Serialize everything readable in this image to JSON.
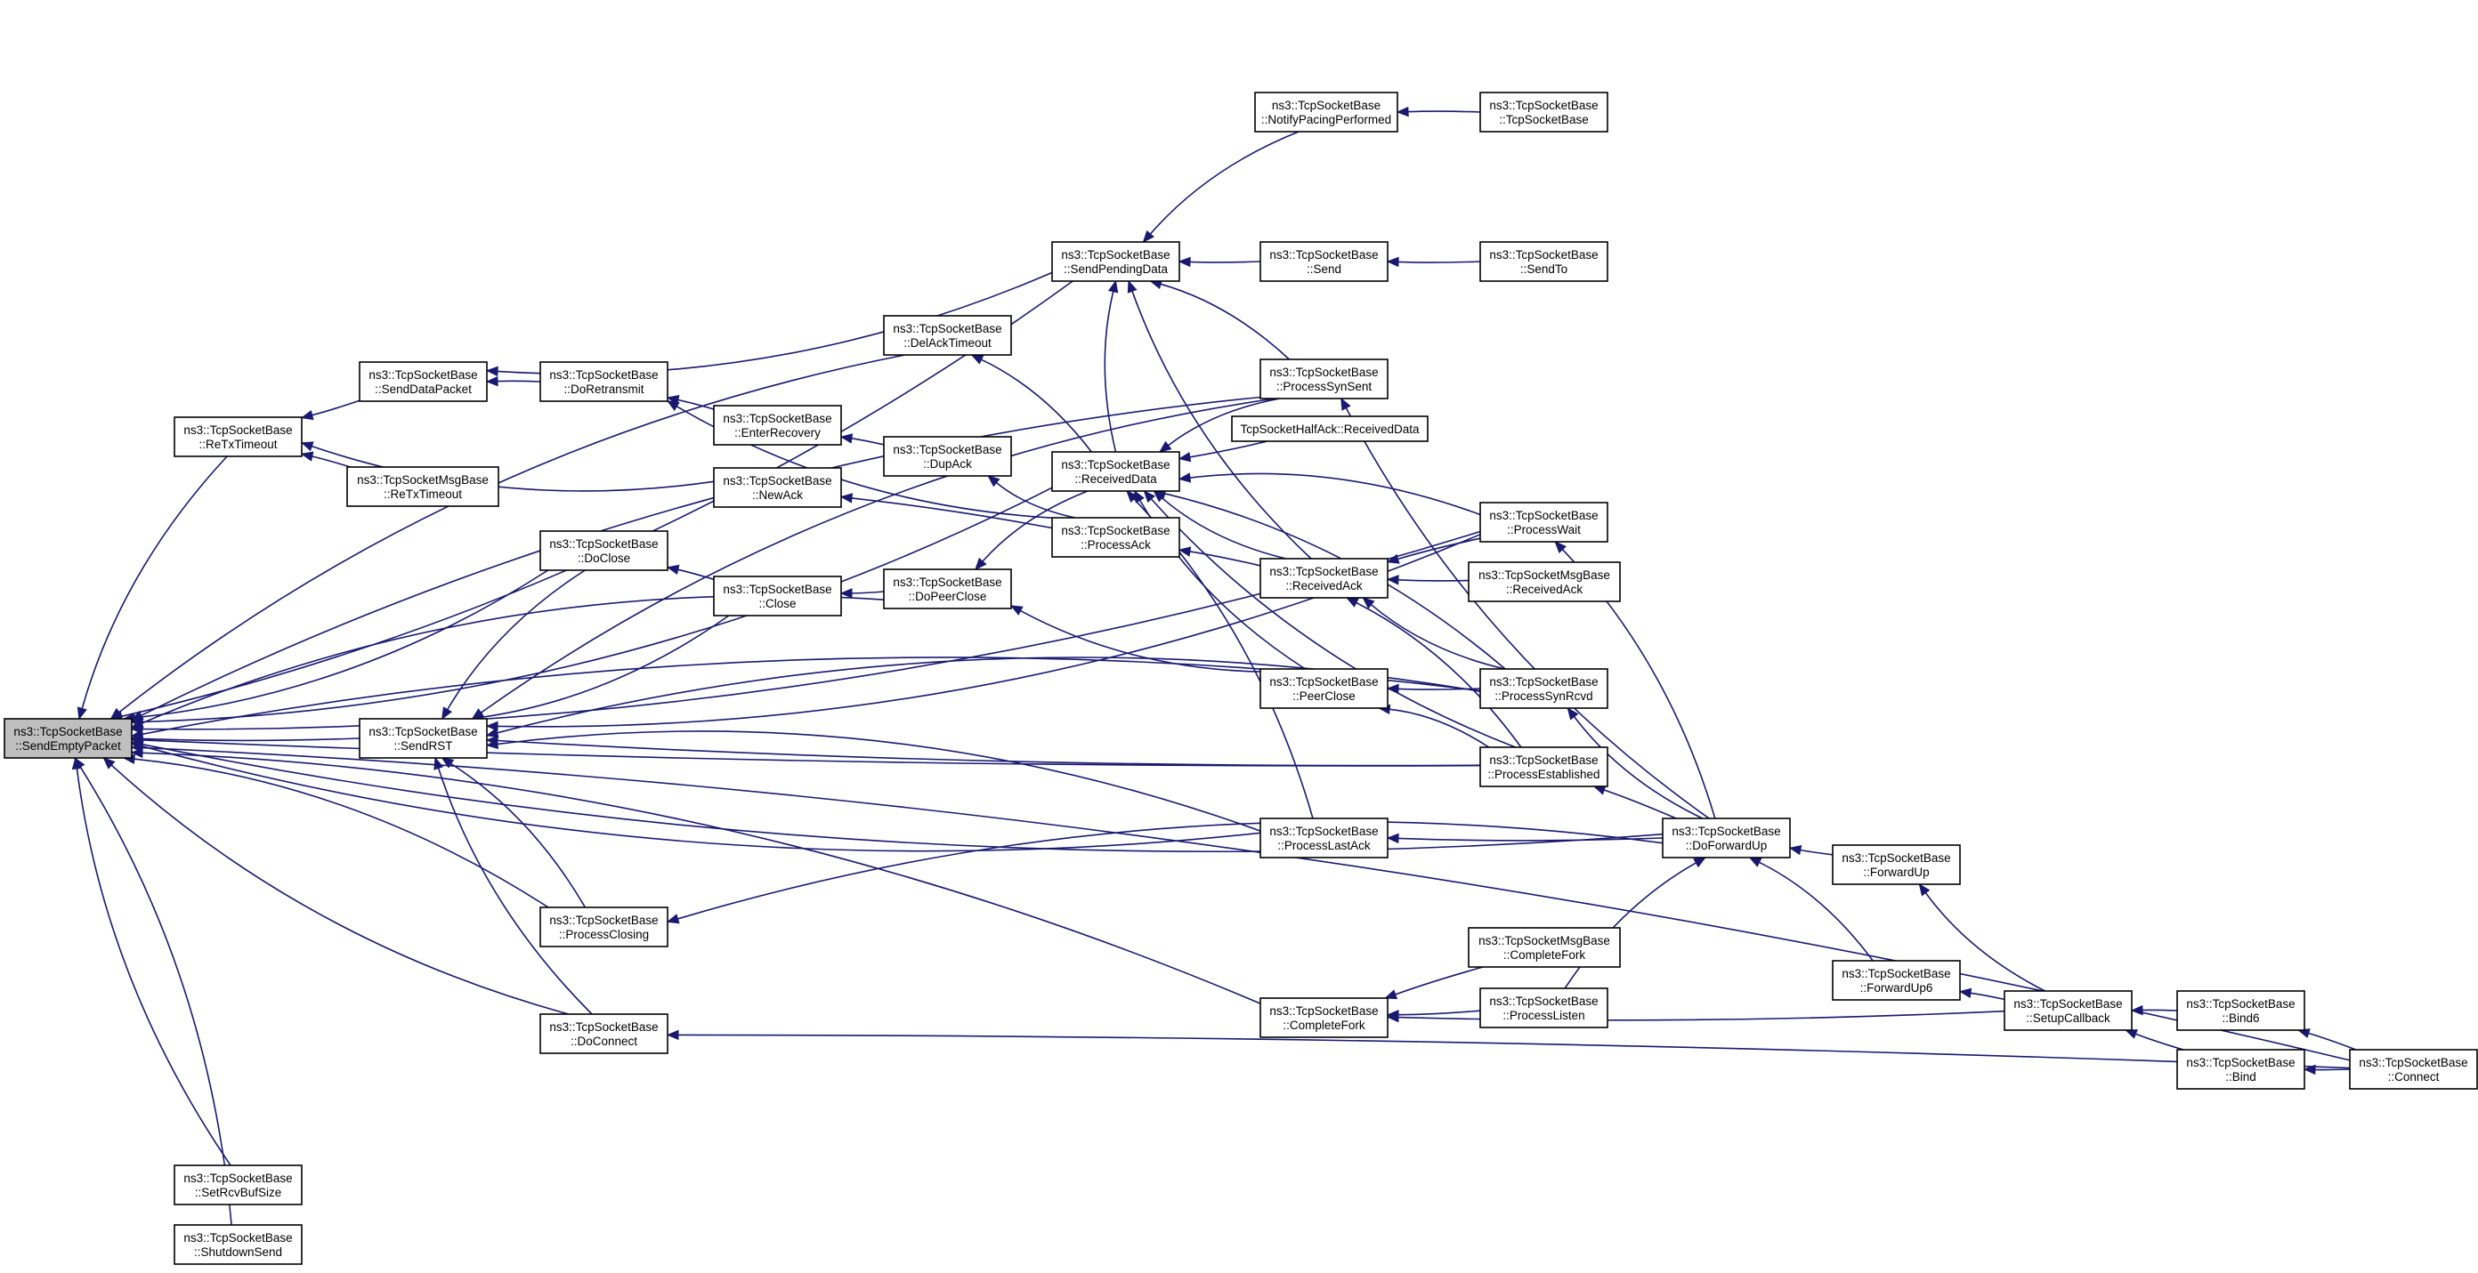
{
  "colors": {
    "edge": "#191970",
    "node_border": "#000000",
    "node_fill": "#ffffff",
    "root_fill": "#bfbfbf"
  },
  "nodes": [
    {
      "id": "root",
      "lines": [
        "ns3::TcpSocketBase",
        "::SendEmptyPacket"
      ],
      "root": true
    },
    {
      "id": "rtt",
      "lines": [
        "ns3::TcpSocketBase",
        "::ReTxTimeout"
      ]
    },
    {
      "id": "sdp",
      "lines": [
        "ns3::TcpSocketBase",
        "::SendDataPacket"
      ]
    },
    {
      "id": "msgrtt",
      "lines": [
        "ns3::TcpSocketMsgBase",
        "::ReTxTimeout"
      ]
    },
    {
      "id": "rst",
      "lines": [
        "ns3::TcpSocketBase",
        "::SendRST"
      ]
    },
    {
      "id": "srbs",
      "lines": [
        "ns3::TcpSocketBase",
        "::SetRcvBufSize"
      ]
    },
    {
      "id": "shut",
      "lines": [
        "ns3::TcpSocketBase",
        "::ShutdownSend"
      ]
    },
    {
      "id": "doret",
      "lines": [
        "ns3::TcpSocketBase",
        "::DoRetransmit"
      ]
    },
    {
      "id": "doclose",
      "lines": [
        "ns3::TcpSocketBase",
        "::DoClose"
      ]
    },
    {
      "id": "pclosing",
      "lines": [
        "ns3::TcpSocketBase",
        "::ProcessClosing"
      ]
    },
    {
      "id": "doconn",
      "lines": [
        "ns3::TcpSocketBase",
        "::DoConnect"
      ]
    },
    {
      "id": "delack",
      "lines": [
        "ns3::TcpSocketBase",
        "::DelAckTimeout"
      ]
    },
    {
      "id": "enterrec",
      "lines": [
        "ns3::TcpSocketBase",
        "::EnterRecovery"
      ]
    },
    {
      "id": "newack",
      "lines": [
        "ns3::TcpSocketBase",
        "::NewAck"
      ]
    },
    {
      "id": "close",
      "lines": [
        "ns3::TcpSocketBase",
        "::Close"
      ]
    },
    {
      "id": "dupack",
      "lines": [
        "ns3::TcpSocketBase",
        "::DupAck"
      ]
    },
    {
      "id": "dopeer",
      "lines": [
        "ns3::TcpSocketBase",
        "::DoPeerClose"
      ]
    },
    {
      "id": "spd",
      "lines": [
        "ns3::TcpSocketBase",
        "::SendPendingData"
      ]
    },
    {
      "id": "rdata",
      "lines": [
        "ns3::TcpSocketBase",
        "::ReceivedData"
      ]
    },
    {
      "id": "pack",
      "lines": [
        "ns3::TcpSocketBase",
        "::ProcessAck"
      ]
    },
    {
      "id": "npp",
      "lines": [
        "ns3::TcpSocketBase",
        "::NotifyPacingPerformed"
      ]
    },
    {
      "id": "send",
      "lines": [
        "ns3::TcpSocketBase",
        "::Send"
      ]
    },
    {
      "id": "psynsent",
      "lines": [
        "ns3::TcpSocketBase",
        "::ProcessSynSent"
      ]
    },
    {
      "id": "halfack",
      "lines": [
        "TcpSocketHalfAck::ReceivedData"
      ]
    },
    {
      "id": "rack",
      "lines": [
        "ns3::TcpSocketBase",
        "::ReceivedAck"
      ]
    },
    {
      "id": "peerclose",
      "lines": [
        "ns3::TcpSocketBase",
        "::PeerClose"
      ]
    },
    {
      "id": "plastack",
      "lines": [
        "ns3::TcpSocketBase",
        "::ProcessLastAck"
      ]
    },
    {
      "id": "cfork",
      "lines": [
        "ns3::TcpSocketBase",
        "::CompleteFork"
      ]
    },
    {
      "id": "tsbctor",
      "lines": [
        "ns3::TcpSocketBase",
        "::TcpSocketBase"
      ]
    },
    {
      "id": "sendto",
      "lines": [
        "ns3::TcpSocketBase",
        "::SendTo"
      ]
    },
    {
      "id": "pwait",
      "lines": [
        "ns3::TcpSocketBase",
        "::ProcessWait"
      ]
    },
    {
      "id": "msgrack",
      "lines": [
        "ns3::TcpSocketMsgBase",
        "::ReceivedAck"
      ]
    },
    {
      "id": "psynrcvd",
      "lines": [
        "ns3::TcpSocketBase",
        "::ProcessSynRcvd"
      ]
    },
    {
      "id": "pest",
      "lines": [
        "ns3::TcpSocketBase",
        "::ProcessEstablished"
      ]
    },
    {
      "id": "msgcfork",
      "lines": [
        "ns3::TcpSocketMsgBase",
        "::CompleteFork"
      ]
    },
    {
      "id": "plisten",
      "lines": [
        "ns3::TcpSocketBase",
        "::ProcessListen"
      ]
    },
    {
      "id": "dfu",
      "lines": [
        "ns3::TcpSocketBase",
        "::DoForwardUp"
      ]
    },
    {
      "id": "fu",
      "lines": [
        "ns3::TcpSocketBase",
        "::ForwardUp"
      ]
    },
    {
      "id": "fu6",
      "lines": [
        "ns3::TcpSocketBase",
        "::ForwardUp6"
      ]
    },
    {
      "id": "setcb",
      "lines": [
        "ns3::TcpSocketBase",
        "::SetupCallback"
      ]
    },
    {
      "id": "bind6",
      "lines": [
        "ns3::TcpSocketBase",
        "::Bind6"
      ]
    },
    {
      "id": "bind",
      "lines": [
        "ns3::TcpSocketBase",
        "::Bind"
      ]
    },
    {
      "id": "connect",
      "lines": [
        "ns3::TcpSocketBase",
        "::Connect"
      ]
    }
  ],
  "edges": [
    [
      "rtt",
      "root"
    ],
    [
      "sdp",
      "rtt"
    ],
    [
      "msgrtt",
      "rtt"
    ],
    [
      "newack",
      "rtt"
    ],
    [
      "doret",
      "sdp"
    ],
    [
      "spd",
      "sdp"
    ],
    [
      "enterrec",
      "doret"
    ],
    [
      "pack",
      "doret"
    ],
    [
      "dupack",
      "enterrec"
    ],
    [
      "pack",
      "dupack"
    ],
    [
      "pack",
      "newack"
    ],
    [
      "rst",
      "root"
    ],
    [
      "doclose",
      "rst"
    ],
    [
      "close",
      "rst"
    ],
    [
      "pclosing",
      "rst"
    ],
    [
      "doconn",
      "rst"
    ],
    [
      "psynsent",
      "rst"
    ],
    [
      "pwait",
      "rst"
    ],
    [
      "psynrcvd",
      "rst"
    ],
    [
      "pest",
      "rst"
    ],
    [
      "plastack",
      "rst"
    ],
    [
      "srbs",
      "root"
    ],
    [
      "shut",
      "root"
    ],
    [
      "doclose",
      "root"
    ],
    [
      "pclosing",
      "root"
    ],
    [
      "doconn",
      "root"
    ],
    [
      "delack",
      "root"
    ],
    [
      "spd",
      "root"
    ],
    [
      "dopeer",
      "root"
    ],
    [
      "plastack",
      "root"
    ],
    [
      "cfork",
      "root"
    ],
    [
      "pest",
      "root"
    ],
    [
      "connect",
      "root"
    ],
    [
      "dfu",
      "root"
    ],
    [
      "psynsent",
      "root"
    ],
    [
      "pwait",
      "root"
    ],
    [
      "psynrcvd",
      "root"
    ],
    [
      "rdata",
      "root"
    ],
    [
      "close",
      "doclose"
    ],
    [
      "dopeer",
      "close"
    ],
    [
      "rdata",
      "dopeer"
    ],
    [
      "peerclose",
      "dopeer"
    ],
    [
      "rdata",
      "delack"
    ],
    [
      "rdata",
      "spd"
    ],
    [
      "npp",
      "spd"
    ],
    [
      "send",
      "spd"
    ],
    [
      "psynsent",
      "spd"
    ],
    [
      "rack",
      "spd"
    ],
    [
      "tsbctor",
      "npp"
    ],
    [
      "sendto",
      "send"
    ],
    [
      "psynsent",
      "rdata"
    ],
    [
      "halfack",
      "rdata"
    ],
    [
      "pwait",
      "rdata"
    ],
    [
      "rack",
      "rdata"
    ],
    [
      "psynrcvd",
      "rdata"
    ],
    [
      "pest",
      "rdata"
    ],
    [
      "plastack",
      "rdata"
    ],
    [
      "peerclose",
      "rdata"
    ],
    [
      "rack",
      "pack"
    ],
    [
      "msgrack",
      "rack"
    ],
    [
      "pwait",
      "rack"
    ],
    [
      "psynrcvd",
      "rack"
    ],
    [
      "pest",
      "rack"
    ],
    [
      "psynrcvd",
      "peerclose"
    ],
    [
      "pest",
      "peerclose"
    ],
    [
      "dfu",
      "psynsent"
    ],
    [
      "dfu",
      "pwait"
    ],
    [
      "dfu",
      "psynrcvd"
    ],
    [
      "dfu",
      "pest"
    ],
    [
      "dfu",
      "plastack"
    ],
    [
      "dfu",
      "pclosing"
    ],
    [
      "plisten",
      "dfu"
    ],
    [
      "msgcfork",
      "cfork"
    ],
    [
      "plisten",
      "cfork"
    ],
    [
      "connect",
      "doconn"
    ],
    [
      "fu",
      "dfu"
    ],
    [
      "fu6",
      "dfu"
    ],
    [
      "setcb",
      "fu"
    ],
    [
      "setcb",
      "fu6"
    ],
    [
      "setcb",
      "cfork"
    ],
    [
      "bind6",
      "setcb"
    ],
    [
      "bind",
      "setcb"
    ],
    [
      "connect",
      "bind6"
    ],
    [
      "connect",
      "bind"
    ]
  ]
}
